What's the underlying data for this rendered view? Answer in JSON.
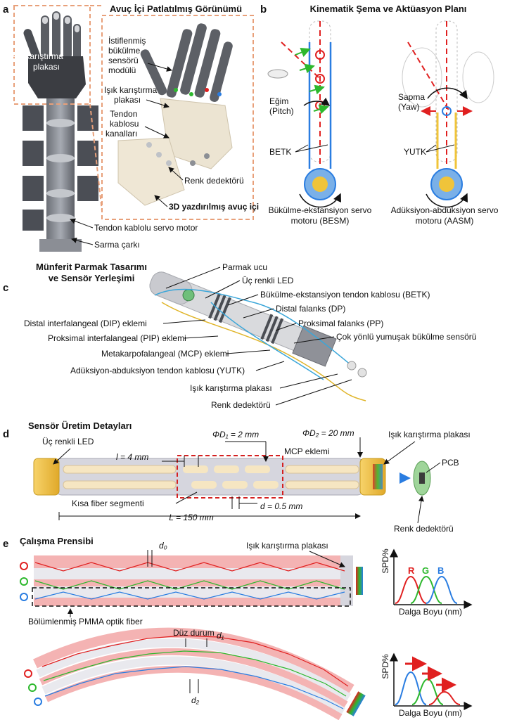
{
  "panel_a": {
    "letter": "a",
    "title": "Avuç İçi Patlatılmış Görünümü",
    "label_plate_1": "Işık karıştırma",
    "label_plate_2": "plakası",
    "label_stacked_1": "İstiflenmiş",
    "label_stacked_2": "bükülme",
    "label_stacked_3": "sensörü",
    "label_stacked_4": "modülü",
    "label_mix_1": "Işık karıştırma",
    "label_mix_2": "plakası",
    "label_tendon_1": "Tendon",
    "label_tendon_2": "kablosu",
    "label_tendon_3": "kanalları",
    "label_detector": "Renk dedektörü",
    "label_palm": "3D yazdırılmış avuç içi",
    "label_servo": "Tendon kablolu servo motor",
    "label_wheel": "Sarma çarkı"
  },
  "panel_b": {
    "letter": "b",
    "title": "Kinematik Şema ve Aktüasyon Planı",
    "pitch_1": "Eğim",
    "pitch_2": "(Pitch)",
    "betk": "BETK",
    "besm_1": "Bükülme-ekstansiyon servo",
    "besm_2": "motoru (BESM)",
    "yaw_1": "Sapma",
    "yaw_2": "(Yaw)",
    "yutk": "YUTK",
    "aasm_1": "Adüksiyon-abdüksiyon servo",
    "aasm_2": "motoru (AASM)"
  },
  "panel_c": {
    "letter": "c",
    "title_1": "Münferit Parmak Tasarımı",
    "title_2": "ve Sensör Yerleşimi",
    "fingertip": "Parmak ucu",
    "led": "Üç renkli LED",
    "betk": "Bükülme-ekstansiyon tendon kablosu (BETK)",
    "dp": "Distal falanks (DP)",
    "dip": "Distal interfalangeal (DIP) eklemi",
    "pp": "Proksimal falanks (PP)",
    "pip": "Proksimal interfalangeal (PIP) eklemi",
    "sensor": "Çok yönlü yumuşak bükülme sensörü",
    "mcp": "Metakarpofalangeal (MCP) eklemi",
    "yutk": "Adüksiyon-abduksiyon tendon kablosu (YUTK)",
    "plate": "Işık karıştırma plakası",
    "detector": "Renk dedektörü"
  },
  "panel_d": {
    "letter": "d",
    "title": "Sensör Üretim Detayları",
    "led": "Üç renkli LED",
    "l": "l = 4 mm",
    "phi_d1": "ΦD₁ = 2 mm",
    "phi_d2": "ΦD₂ = 20 mm",
    "plate": "Işık karıştırma plakası",
    "mcp": "MCP eklemi",
    "pcb": "PCB",
    "short_fiber": "Kısa fiber segmenti",
    "d": "d = 0.5 mm",
    "L": "L = 150 mm",
    "detector": "Renk dedektörü"
  },
  "panel_e": {
    "letter": "e",
    "title": "Çalışma Prensibi",
    "d0": "d₀",
    "plate": "Işık karıştırma plakası",
    "spd": "SPD%",
    "r": "R",
    "g": "G",
    "b": "B",
    "wavelength": "Dalga Boyu (nm)",
    "fiber": "Bölümlenmiş PMMA optik fiber",
    "straight": "Düz durum",
    "d1": "d₁",
    "d2": "d₂",
    "spd2": "SPD%",
    "wavelength2": "Dalga Boyu (nm)"
  },
  "colors": {
    "red": "#e02020",
    "green": "#2db82d",
    "blue": "#2a7de1",
    "pink_band": "#f4b3b3",
    "fiber_gray": "#d6d6de",
    "gold": "#f0c43a",
    "salmon_dash": "#e8a07a"
  }
}
